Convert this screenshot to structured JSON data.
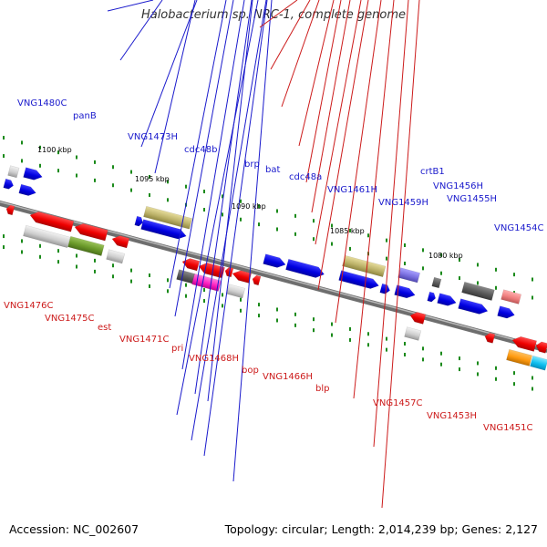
{
  "title": "Halobacterium sp. NRC-1, complete genome",
  "footer": {
    "accession": "Accession: NC_002607",
    "summary": "Topology: circular; Length: 2,014,239 bp; Genes: 2,127"
  },
  "colors": {
    "forward_label": "#1a1acc",
    "reverse_label": "#cc1a1a",
    "forward_gene": "#0000e0",
    "reverse_gene": "#ee0000",
    "backbone": "#888888",
    "tick": "#1a8a1a"
  },
  "scale_labels": [
    "1100 kbp",
    "1095 kbp",
    "1090 kbp",
    "1085 kbp",
    "1080 kbp"
  ],
  "forward_genes": [
    {
      "name": "VNG1480C"
    },
    {
      "name": "panB"
    },
    {
      "name": "VNG1473H"
    },
    {
      "name": "cdc48b"
    },
    {
      "name": "brp"
    },
    {
      "name": "bat"
    },
    {
      "name": "cdc48a"
    },
    {
      "name": "VNG1461H"
    },
    {
      "name": "VNG1459H"
    },
    {
      "name": "crtB1"
    },
    {
      "name": "VNG1456H"
    },
    {
      "name": "VNG1455H"
    },
    {
      "name": "VNG1454C"
    }
  ],
  "reverse_genes": [
    {
      "name": "VNG1476C"
    },
    {
      "name": "VNG1475C"
    },
    {
      "name": "est"
    },
    {
      "name": "VNG1471C"
    },
    {
      "name": "pri"
    },
    {
      "name": "VNG1468H"
    },
    {
      "name": "bop"
    },
    {
      "name": "VNG1466H"
    },
    {
      "name": "blp"
    },
    {
      "name": "VNG1457C"
    },
    {
      "name": "VNG1453H"
    },
    {
      "name": "VNG1451C"
    }
  ]
}
